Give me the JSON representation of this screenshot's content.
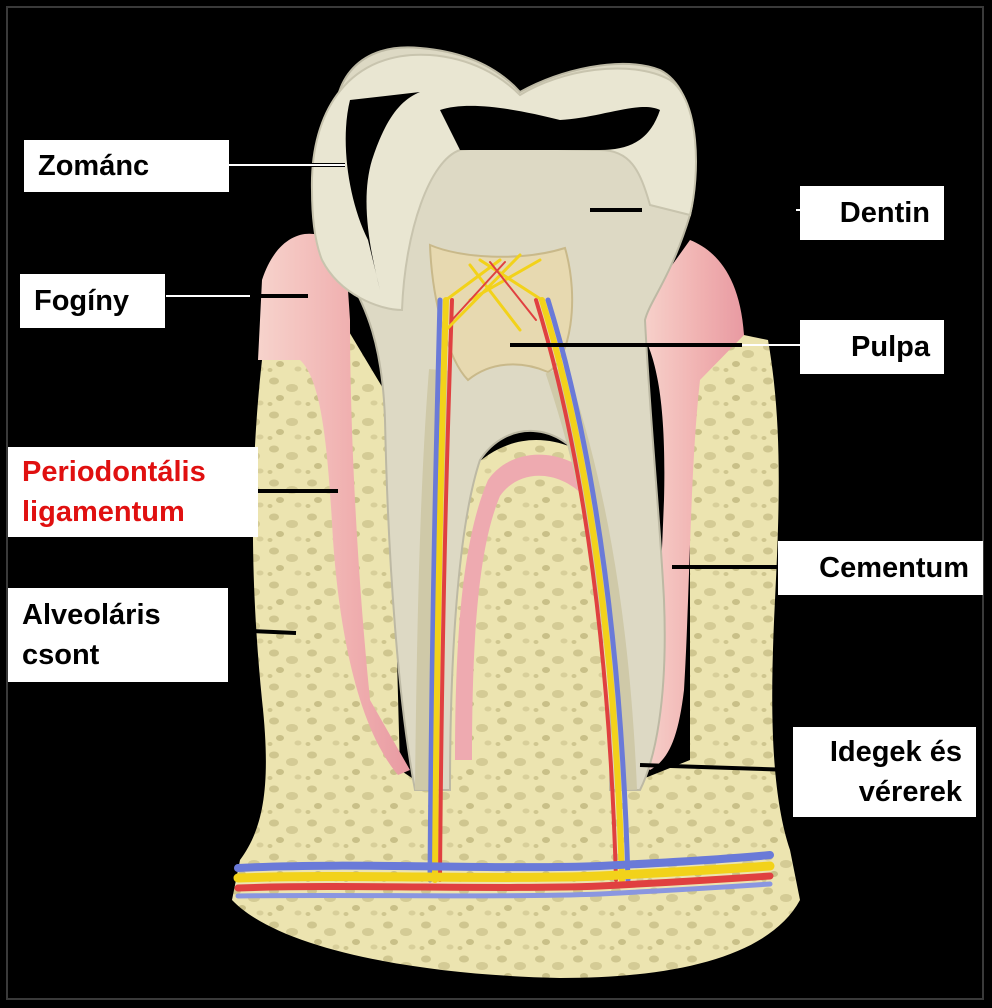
{
  "labels": {
    "enamel": "Zománc",
    "gum": "Fogíny",
    "periodontal_line1": "Periodontális",
    "periodontal_line2": "ligamentum",
    "alveolar_line1": "Alveoláris",
    "alveolar_line2": "csont",
    "dentin": "Dentin",
    "pulp": "Pulpa",
    "cementum": "Cementum",
    "nerves_line1": "Idegek és",
    "nerves_line2": "vérerek"
  },
  "colors": {
    "background": "#000000",
    "enamel": "#e9e6d2",
    "dentin": "#ddd9c4",
    "gum": "#f0b4b4",
    "bone": "#ece4b0",
    "bone_pores": "#c9c088",
    "nerve": "#f2d21a",
    "artery": "#e04040",
    "vein": "#6a7ad8",
    "highlight_label": "#e01010"
  }
}
